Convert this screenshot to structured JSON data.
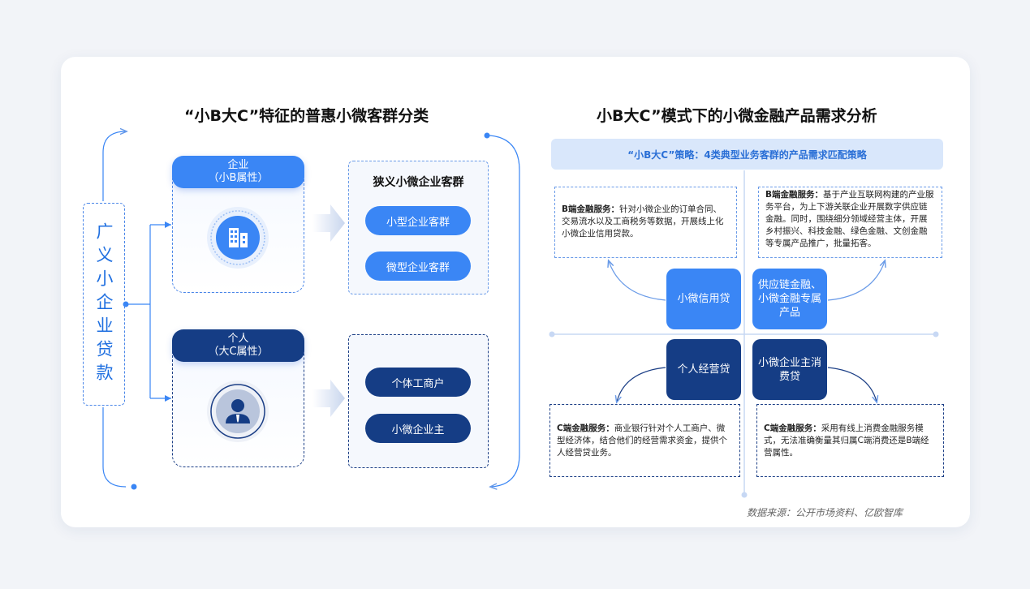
{
  "left": {
    "title": "“小B大C”特征的普惠小微客群分类",
    "broad_label": "广义小企业贷款",
    "enterprise": {
      "tag_line1": "企业",
      "tag_line2": "（小B属性）",
      "icon": "building-icon"
    },
    "individual": {
      "tag_line1": "个人",
      "tag_line2": "（大C属性）",
      "icon": "person-icon"
    },
    "narrow_title": "狭义小微企业客群",
    "small_enterprise": "小型企业客群",
    "micro_enterprise": "微型企业客群",
    "individual_business": "个体工商户",
    "micro_owner": "小微企业主"
  },
  "right": {
    "title": "小B大C”模式下的小微金融产品需求分析",
    "strategy": "“小B大C”策略：4类典型业务客群的产品需求匹配策略",
    "quadrants": {
      "tl": {
        "label": "B端金融服务：",
        "text": "针对小微企业的订单合同、交易流水以及工商税务等数据，开展线上化小微企业信用贷款。",
        "product": "小微信用贷"
      },
      "tr": {
        "label": "B端金融服务：",
        "text": "基于产业互联网构建的产业服务平台，为上下游关联企业开展数字供应链金融。同时，围绕细分领域经营主体，开展乡村振兴、科技金融、绿色金融、文创金融等专属产品推广，批量拓客。",
        "product": "供应链金融、小微金融专属产品"
      },
      "bl": {
        "label": "C端金融服务：",
        "text": "商业银行针对个人工商户、微型经济体，结合他们的经营需求资金，提供个人经营贷业务。",
        "product": "个人经营贷"
      },
      "br": {
        "label": "C端金融服务：",
        "text": "采用有线上消费金融服务模式，无法准确衡量其归属C端消费还是B端经营属性。",
        "product": "小微企业主消费贷"
      }
    }
  },
  "source": "数据来源：公开市场资料、亿欧智库",
  "colors": {
    "blue": "#3a86f5",
    "navy": "#153d85",
    "light_blue": "#d9e7fb"
  }
}
